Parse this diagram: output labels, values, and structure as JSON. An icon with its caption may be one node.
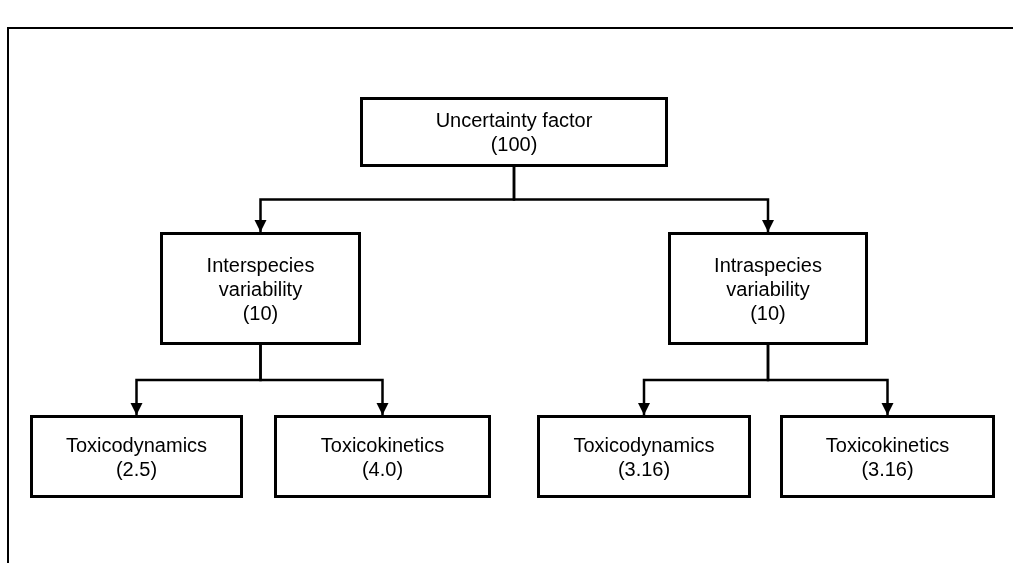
{
  "diagram": {
    "nodes": [
      {
        "text": [
          "Uncertainty factor",
          "(100)"
        ]
      },
      {
        "text": [
          "Interspecies variability",
          "(10)"
        ]
      },
      {
        "text": [
          "Intraspecies variability",
          "(10)"
        ]
      },
      {
        "text": [
          "Toxicodynamics",
          "(2.5)"
        ]
      },
      {
        "text": [
          "Toxicokinetics",
          "(4.0)"
        ]
      },
      {
        "text": [
          "Toxicodynamics",
          "(3.16)"
        ]
      },
      {
        "text": [
          "Toxicokinetics",
          "(3.16)"
        ]
      }
    ],
    "edges": [
      {
        "from": 0,
        "to": 1,
        "arrow": "to"
      },
      {
        "from": 0,
        "to": 2,
        "arrow": "to"
      },
      {
        "from": 1,
        "to": 3,
        "arrow": "to"
      },
      {
        "from": 1,
        "to": 4,
        "arrow": "to"
      },
      {
        "from": 2,
        "to": 5,
        "arrow": "to"
      },
      {
        "from": 2,
        "to": 6,
        "arrow": "to"
      }
    ]
  }
}
